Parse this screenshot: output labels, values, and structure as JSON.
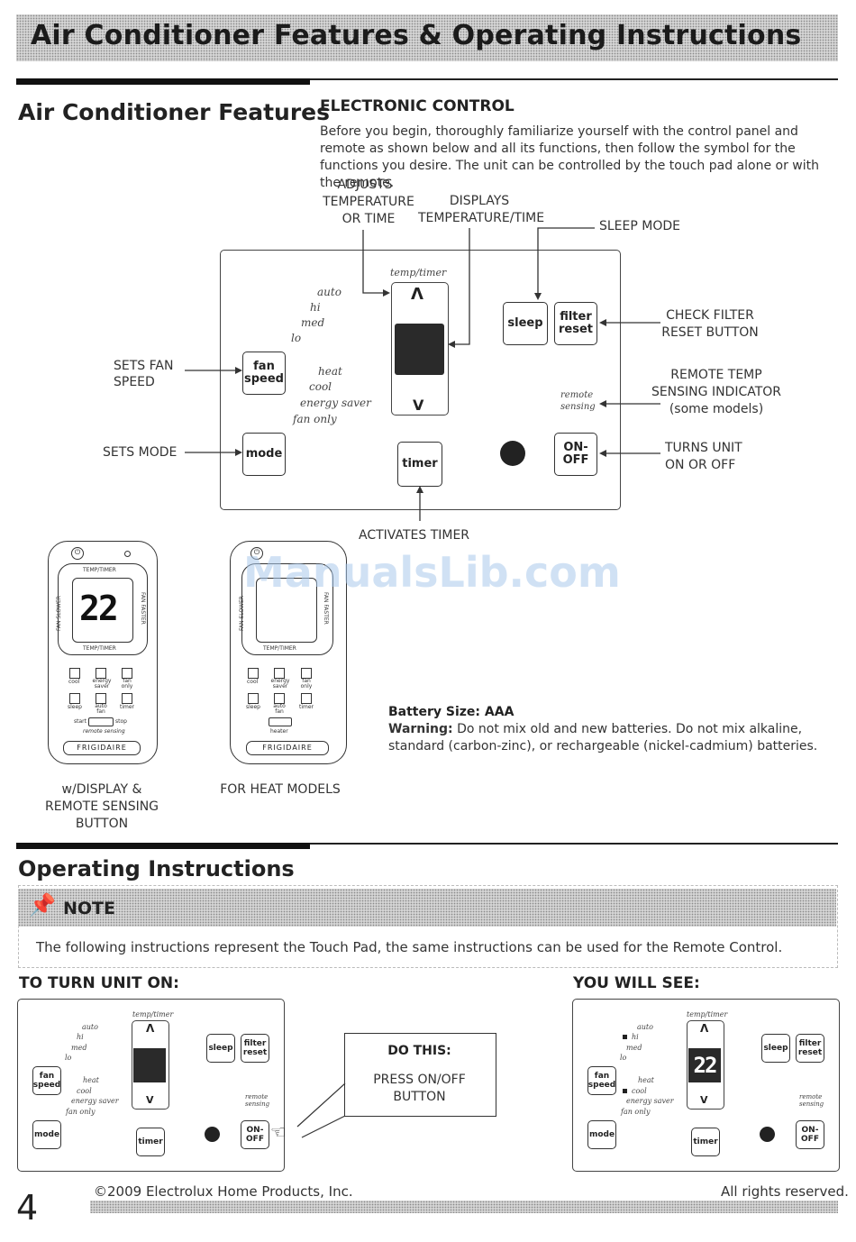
{
  "banner": {
    "title": "Air Conditioner Features & Operating Instructions"
  },
  "features": {
    "heading": "Air Conditioner Features",
    "subheading": "ELECTRONIC CONTROL",
    "intro": "Before you begin, thoroughly familiarize yourself with the control panel and remote as shown below and all its functions, then follow the symbol for the functions you desire. The unit can be controlled by the touch pad alone or with the remote.",
    "callouts": {
      "adjusts_1": "ADJUSTS",
      "adjusts_2": "TEMPERATURE",
      "adjusts_3": "OR TIME",
      "displays_1": "DISPLAYS",
      "displays_2": "TEMPERATURE/TIME",
      "sleep_mode": "SLEEP MODE",
      "check_filter_1": "CHECK FILTER",
      "check_filter_2": "RESET BUTTON",
      "remote_temp_1": "REMOTE TEMP",
      "remote_temp_2": "SENSING INDICATOR",
      "remote_temp_3": "(some models)",
      "turns_unit_1": "TURNS UNIT",
      "turns_unit_2": "ON OR OFF",
      "sets_fan_1": "SETS FAN",
      "sets_fan_2": "SPEED",
      "sets_mode": "SETS MODE",
      "activates_timer": "ACTIVATES TIMER"
    },
    "panel": {
      "temp_timer": "temp/timer",
      "fan_levels": [
        "auto",
        "hi",
        "med",
        "lo"
      ],
      "modes": [
        "heat",
        "cool",
        "energy saver",
        "fan only"
      ],
      "fan_speed_1": "fan",
      "fan_speed_2": "speed",
      "mode": "mode",
      "timer": "timer",
      "sleep": "sleep",
      "filter_1": "filter",
      "filter_2": "reset",
      "remote_sensing_1": "remote",
      "remote_sensing_2": "sensing",
      "on_1": "ON-",
      "on_2": "OFF",
      "up": "Λ",
      "down": "V"
    },
    "remotes": {
      "temp_timer": "TEMP/TIMER",
      "fan_slower": "FAN SLOWER",
      "fan_faster": "FAN FASTER",
      "display_value": "22",
      "brand": "FRIGIDAIRE",
      "row1": [
        "cool",
        "energy saver",
        "fan only"
      ],
      "row2_left": [
        "sleep",
        "auto fan",
        "timer"
      ],
      "start": "start",
      "stop": "stop",
      "remote_sensing": "remote sensing",
      "heater": "heater",
      "caption_left_1": "w/DISPLAY &",
      "caption_left_2": "REMOTE SENSING",
      "caption_left_3": "BUTTON",
      "caption_right": "FOR HEAT MODELS"
    },
    "watermark": "ManualsLib.com",
    "battery_size_label": "Battery Size: AAA",
    "warning_label": "Warning:",
    "warning_text": "Do not mix old and new batteries. Do not mix alkaline, standard (carbon-zinc), or rechargeable (nickel-cadmium) batteries."
  },
  "operating": {
    "heading": "Operating Instructions",
    "note_title": "NOTE",
    "note_text": "The following instructions represent the Touch Pad, the same instructions can be used for the Remote Control.",
    "turn_on": "TO TURN UNIT ON:",
    "you_will_see": "YOU WILL SEE:",
    "do_this_title": "DO THIS:",
    "do_this_1": "PRESS ON/OFF",
    "do_this_2": "BUTTON",
    "display_value": "22"
  },
  "footer": {
    "page_number": "4",
    "copyright": "©2009 Electrolux Home Products, Inc.",
    "rights": "All rights reserved."
  }
}
